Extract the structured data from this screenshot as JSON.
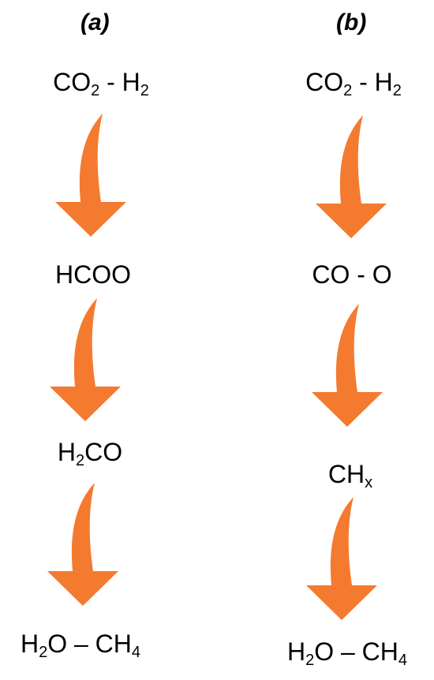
{
  "panels": [
    {
      "label": "(a)",
      "species": [
        {
          "parts": [
            "CO",
            "2",
            " - H",
            "2",
            ""
          ]
        },
        {
          "parts": [
            "HCOO",
            "",
            "",
            "",
            ""
          ]
        },
        {
          "parts": [
            "H",
            "2",
            "CO",
            "",
            ""
          ]
        },
        {
          "parts": [
            "H",
            "2",
            "O – CH",
            "4",
            ""
          ]
        }
      ]
    },
    {
      "label": "(b)",
      "species": [
        {
          "parts": [
            "CO",
            "2",
            " - H",
            "2",
            ""
          ]
        },
        {
          "parts": [
            "CO - O",
            "",
            "",
            "",
            ""
          ]
        },
        {
          "parts": [
            "CH",
            "x",
            "",
            "",
            ""
          ]
        },
        {
          "parts": [
            "H",
            "2",
            "O – CH",
            "4",
            ""
          ]
        }
      ]
    }
  ],
  "arrow_color": "#F47A30"
}
